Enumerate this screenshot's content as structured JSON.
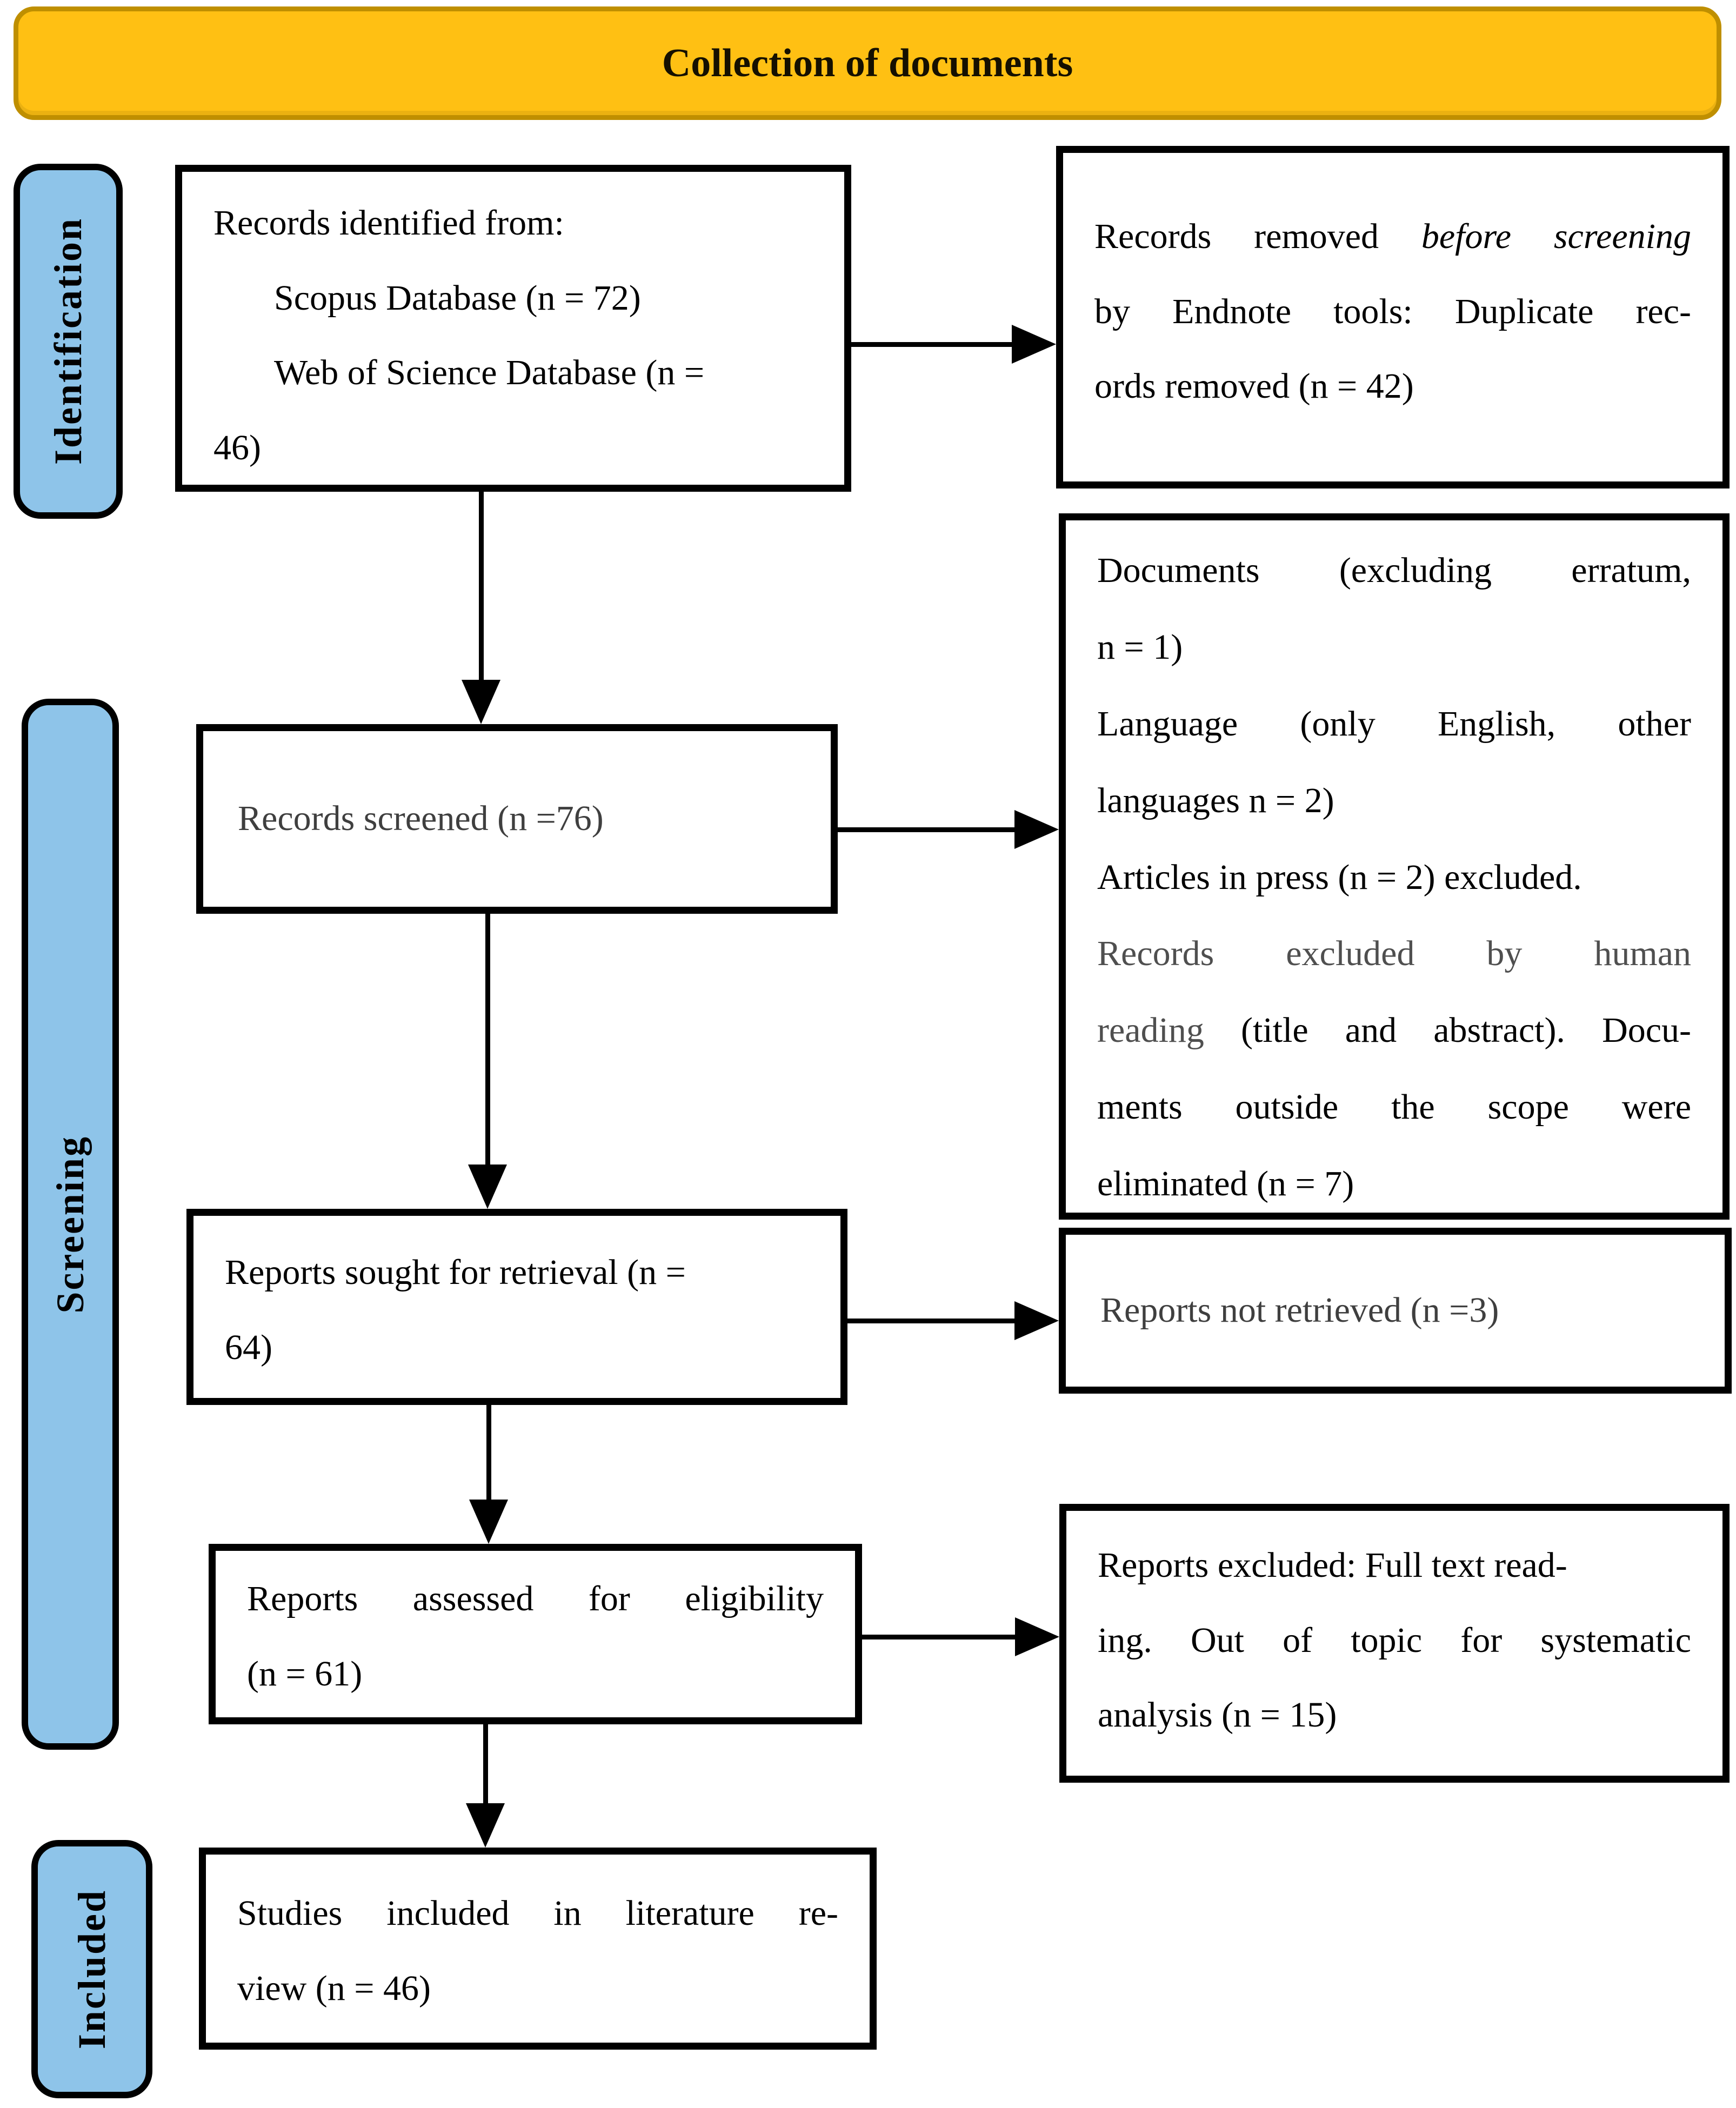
{
  "banner": {
    "label": "Collection of documents"
  },
  "stage_labels": {
    "identification": "Identification",
    "screening": "Screening",
    "included": "Included"
  },
  "boxes": {
    "identified": {
      "lines": [
        "Records identified from:",
        "Scopus Database (n = 72)",
        "Web of Science Database (n =",
        "46)"
      ]
    },
    "removed": {
      "line1_prefix": "Records removed ",
      "line1_italic": "before screening",
      "line2": "by Endnote tools: Duplicate rec-",
      "line3": "ords removed (n = 42)"
    },
    "screened": {
      "text": "Records screened (n =76)"
    },
    "exclusions": {
      "line1": "Documents (excluding erratum,",
      "line2": "n = 1)",
      "line3": "Language (only English, other",
      "line4": "languages n = 2)",
      "line5": "Articles in press (n = 2) excluded.",
      "line6": "Records excluded by human",
      "line7_gray": "reading ",
      "line7_rest": "(title and abstract). Docu-",
      "line8": "ments outside the scope were",
      "line9": "eliminated (n = 7)"
    },
    "sought": {
      "line1": "Reports sought for retrieval (n =",
      "line2": "64)"
    },
    "not_retrieved": {
      "text": "Reports not retrieved (n =3)"
    },
    "assessed": {
      "line1": "Reports assessed for eligibility",
      "line2": "(n = 61)"
    },
    "fulltext_excluded": {
      "line1": "Reports excluded: Full text read-",
      "line2": "ing. Out of topic for systematic",
      "line3": "analysis (n = 15)"
    },
    "included_studies": {
      "line1": "Studies included in literature re-",
      "line2": "view (n = 46)"
    }
  },
  "colors": {
    "banner_fill": "#FFC013",
    "banner_border": "#BF8F00",
    "stage_fill": "#8EC4E9",
    "box_border": "#000000",
    "gray_text": "#3F3F3F"
  }
}
